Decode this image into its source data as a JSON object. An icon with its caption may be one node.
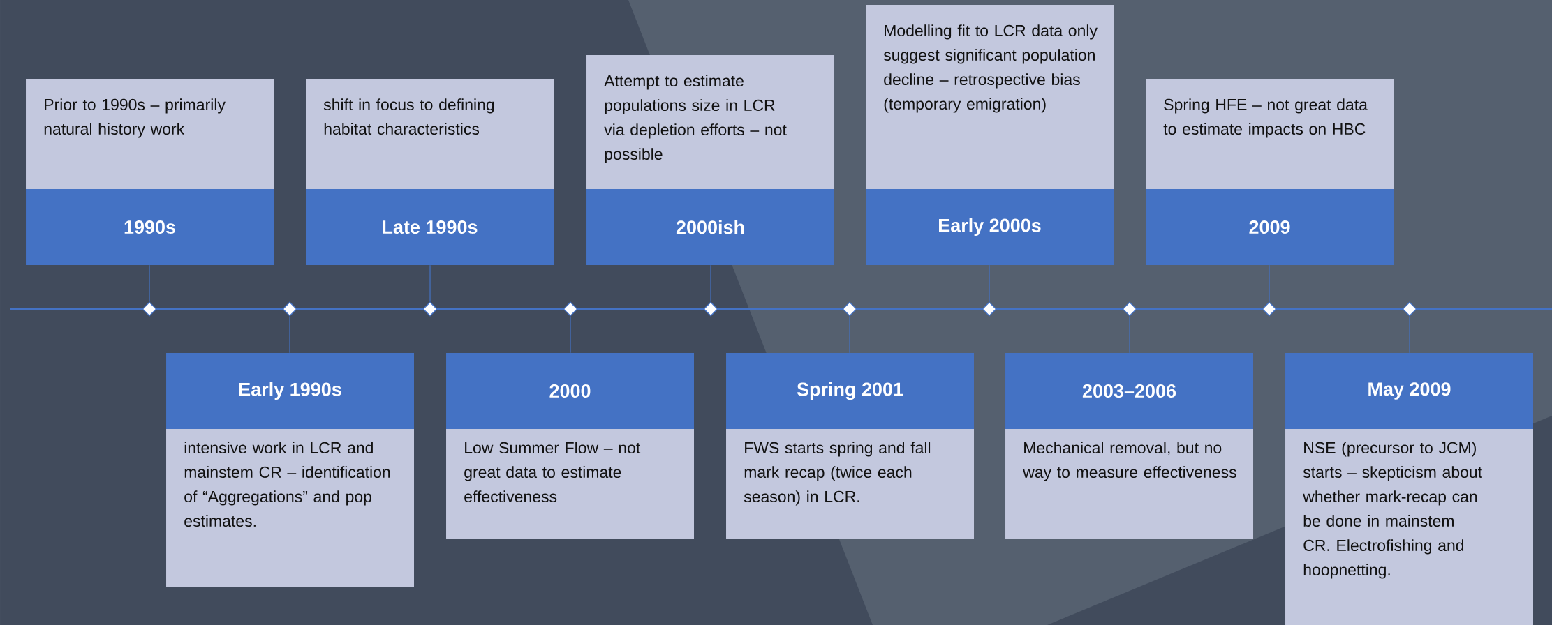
{
  "diagram": {
    "nodes": [
      {
        "text": [
          "Prior to 1990s – primarily natural history work",
          "1990s"
        ]
      },
      {
        "text": [
          "Early 1990s",
          "intensive work in LCR and mainstem CR – identification of “Aggregations” and pop estimates."
        ]
      },
      {
        "text": [
          "shift in focus to defining habitat characteristics",
          "Late 1990s"
        ]
      },
      {
        "text": [
          "2000",
          "Low Summer Flow – not great data to estimate effectiveness"
        ]
      },
      {
        "text": [
          "Attempt to estimate populations size in LCR via depletion efforts – not possible",
          "2000ish"
        ]
      },
      {
        "text": [
          "Spring 2001",
          "FWS starts spring and fall mark recap (twice each season) in LCR."
        ]
      },
      {
        "text": [
          "Modelling fit to LCR data only suggest significant population decline – retrospective bias (temporary emigration)",
          "Early 2000s"
        ]
      },
      {
        "text": [
          "2003–2006",
          "Mechanical removal, but no way to measure effectiveness"
        ]
      },
      {
        "text": [
          "Spring HFE – not great data to estimate impacts on HBC",
          "2009"
        ]
      },
      {
        "text": [
          "May 2009",
          "NSE (precursor to JCM) starts – skepticism about whether mark-recap can be done in mainstem CR. Electrofishing and hoopnetting."
        ]
      },
      {
        "text": [],
        "shape": "diamond"
      },
      {
        "text": [],
        "shape": "diamond"
      },
      {
        "text": [],
        "shape": "diamond"
      },
      {
        "text": [],
        "shape": "diamond"
      },
      {
        "text": [],
        "shape": "diamond"
      },
      {
        "text": [],
        "shape": "diamond"
      },
      {
        "text": [],
        "shape": "diamond"
      },
      {
        "text": [],
        "shape": "diamond"
      },
      {
        "text": [],
        "shape": "diamond"
      },
      {
        "text": [],
        "shape": "diamond"
      }
    ],
    "edges": [
      {
        "from": 0,
        "to": 10,
        "arrow": "none"
      },
      {
        "from": 1,
        "to": 11,
        "arrow": "none"
      },
      {
        "from": 2,
        "to": 12,
        "arrow": "none"
      },
      {
        "from": 3,
        "to": 13,
        "arrow": "none"
      },
      {
        "from": 4,
        "to": 14,
        "arrow": "none"
      },
      {
        "from": 5,
        "to": 15,
        "arrow": "none"
      },
      {
        "from": 6,
        "to": 16,
        "arrow": "none"
      },
      {
        "from": 7,
        "to": 17,
        "arrow": "none"
      },
      {
        "from": 8,
        "to": 18,
        "arrow": "none"
      },
      {
        "from": 9,
        "to": 19,
        "arrow": "none"
      }
    ]
  }
}
